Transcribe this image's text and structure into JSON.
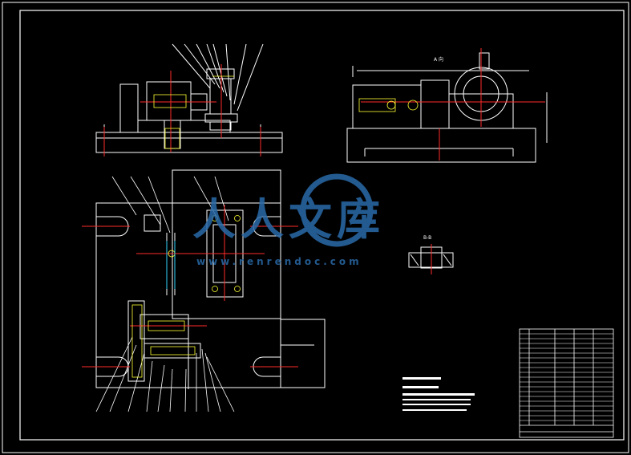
{
  "views": {
    "side_view_label": "A 向",
    "section_label": "B-B"
  },
  "watermark": {
    "brand": "人人文库",
    "url": "www.renrendoc.com"
  },
  "colors": {
    "background": "#000000",
    "outline": "#ffffff",
    "centerline": "#ff2a2a",
    "hidden": "#ffff33",
    "accent": "#00c8ff",
    "watermark": "#2a6aa8"
  }
}
